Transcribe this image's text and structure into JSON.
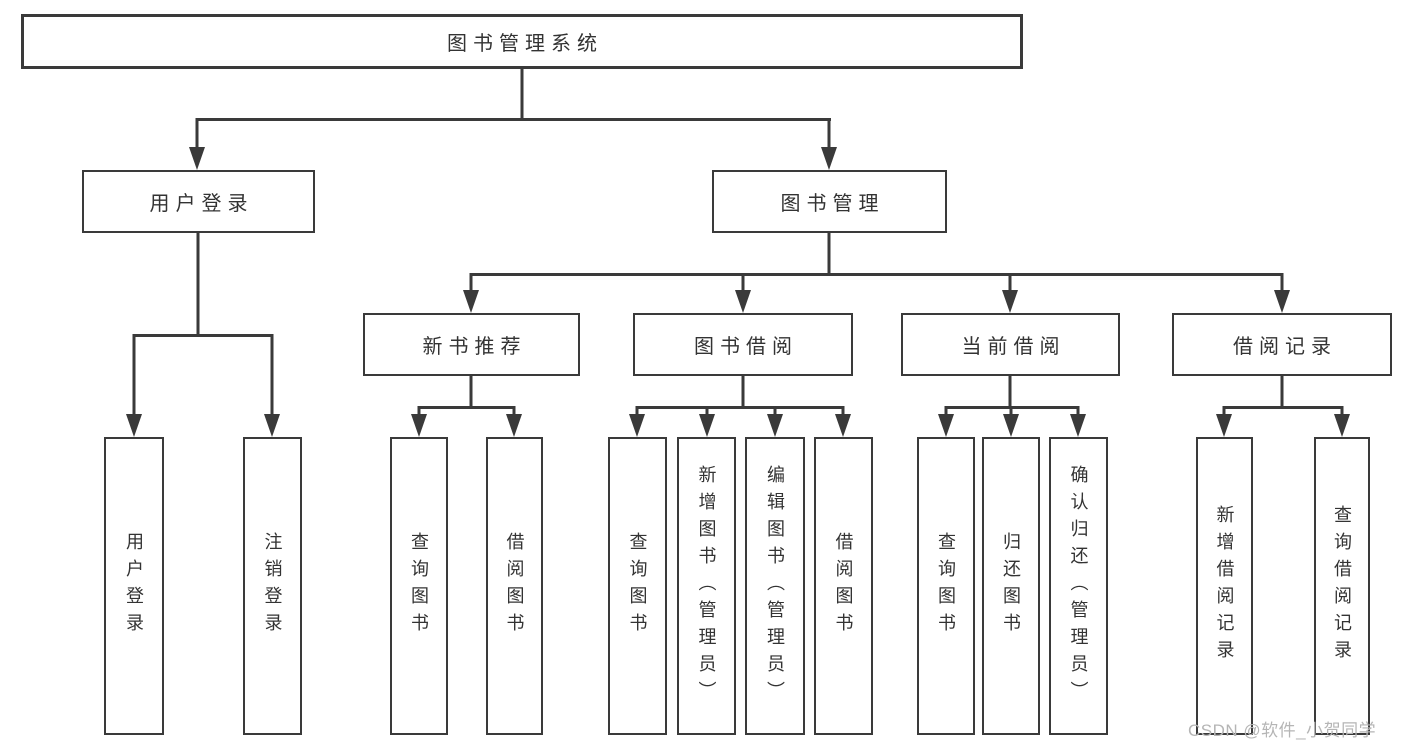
{
  "diagram": {
    "type": "hierarchy-tree",
    "colors": {
      "line": "#3a3a3a",
      "box_border": "#3a3a3a",
      "text": "#333333",
      "background": "#ffffff",
      "watermark": "#b5b5b5"
    },
    "tree": {
      "root": {
        "label": "图书管理系统"
      },
      "level1": [
        {
          "label": "用户登录"
        },
        {
          "label": "图书管理"
        }
      ],
      "level2": [
        {
          "label": "新书推荐"
        },
        {
          "label": "图书借阅"
        },
        {
          "label": "当前借阅"
        },
        {
          "label": "借阅记录"
        }
      ],
      "leaves": [
        {
          "label": "用户登录"
        },
        {
          "label": "注销登录"
        },
        {
          "label": "查询图书"
        },
        {
          "label": "借阅图书"
        },
        {
          "label": "查询图书"
        },
        {
          "label": "新增图书（管理员）"
        },
        {
          "label": "编辑图书（管理员）"
        },
        {
          "label": "借阅图书"
        },
        {
          "label": "查询图书"
        },
        {
          "label": "归还图书"
        },
        {
          "label": "确认归还（管理员）"
        },
        {
          "label": "新增借阅记录"
        },
        {
          "label": "查询借阅记录"
        }
      ],
      "edges": [
        {
          "parent": "图书管理系统",
          "children": [
            "用户登录",
            "图书管理"
          ]
        },
        {
          "parent": "用户登录",
          "children": [
            "用户登录",
            "注销登录"
          ]
        },
        {
          "parent": "图书管理",
          "children": [
            "新书推荐",
            "图书借阅",
            "当前借阅",
            "借阅记录"
          ]
        },
        {
          "parent": "新书推荐",
          "children": [
            "查询图书",
            "借阅图书"
          ]
        },
        {
          "parent": "图书借阅",
          "children": [
            "查询图书",
            "新增图书（管理员）",
            "编辑图书（管理员）",
            "借阅图书"
          ]
        },
        {
          "parent": "当前借阅",
          "children": [
            "查询图书",
            "归还图书",
            "确认归还（管理员）"
          ]
        },
        {
          "parent": "借阅记录",
          "children": [
            "新增借阅记录",
            "查询借阅记录"
          ]
        }
      ]
    },
    "watermark": {
      "text": "CSDN @软件_小贺同学"
    }
  }
}
